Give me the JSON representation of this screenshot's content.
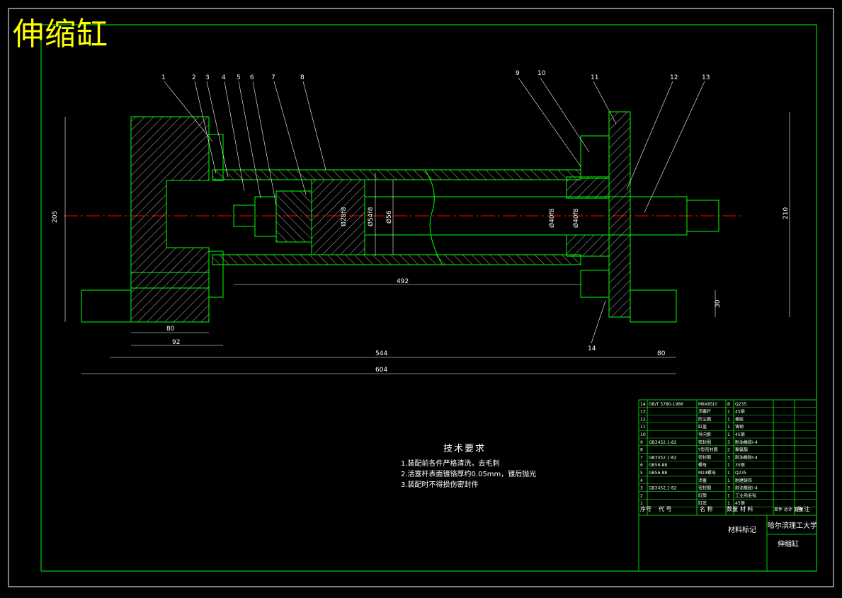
{
  "drawing": {
    "title": "伸缩缸",
    "balloons": [
      "1",
      "2",
      "3",
      "4",
      "5",
      "6",
      "7",
      "8",
      "9",
      "10",
      "11",
      "12",
      "13",
      "14"
    ],
    "dimensions": {
      "d205": "205",
      "d210": "210",
      "d30": "30",
      "d80a": "80",
      "d92": "92",
      "d492": "492",
      "d544": "544",
      "d80b": "80",
      "d604": "604",
      "dia28": "Ø28f8",
      "dia54": "Ø54f8",
      "dia56": "Ø56",
      "dia40": "Ø40f8",
      "dia40b": "Ø40f8"
    }
  },
  "tech_req": {
    "heading": "技术要求",
    "lines": [
      "1.装配前各件严格清洗，去毛刺",
      "2.活塞杆表面镀铬厚约0.05mm，镀后抛光",
      "3.装配时不得损伤密封件"
    ]
  },
  "bom": {
    "rows": [
      {
        "no": "14",
        "code": "GB/T 5780-1986",
        "name": "M8X85LY",
        "qty": "8",
        "mat": "Q235",
        "note": ""
      },
      {
        "no": "13",
        "code": "",
        "name": "活塞杆",
        "qty": "1",
        "mat": "45钢",
        "note": ""
      },
      {
        "no": "12",
        "code": "",
        "name": "防尘圈",
        "qty": "1",
        "mat": "橡胶",
        "note": ""
      },
      {
        "no": "11",
        "code": "",
        "name": "缸盖",
        "qty": "1",
        "mat": "铸钢",
        "note": ""
      },
      {
        "no": "10",
        "code": "",
        "name": "导向套",
        "qty": "1",
        "mat": "45钢",
        "note": ""
      },
      {
        "no": "9",
        "code": "GB3452.1-82",
        "name": "密封圈",
        "qty": "3",
        "mat": "耐油橡胶I-4",
        "note": ""
      },
      {
        "no": "8",
        "code": "",
        "name": "Y型密封圈",
        "qty": "2",
        "mat": "聚氨酯",
        "note": ""
      },
      {
        "no": "7",
        "code": "GB3452.1-82",
        "name": "密封圈",
        "qty": "3",
        "mat": "耐油橡胶I-4",
        "note": ""
      },
      {
        "no": "6",
        "code": "GB56-88",
        "name": "螺母",
        "qty": "1",
        "mat": "35钢",
        "note": ""
      },
      {
        "no": "5",
        "code": "GB56-88",
        "name": "M24螺母",
        "qty": "1",
        "mat": "Q235",
        "note": ""
      },
      {
        "no": "4",
        "code": "",
        "name": "活塞",
        "qty": "1",
        "mat": "耐磨铸铁",
        "note": ""
      },
      {
        "no": "3",
        "code": "GB3452.1-82",
        "name": "密封圈",
        "qty": "3",
        "mat": "耐油橡胶I-4",
        "note": ""
      },
      {
        "no": "2",
        "code": "",
        "name": "缸筒",
        "qty": "1",
        "mat": "工业用毛毡",
        "note": ""
      },
      {
        "no": "1",
        "code": "",
        "name": "缸底",
        "qty": "1",
        "mat": "45钢",
        "note": ""
      }
    ],
    "header": {
      "no": "序号",
      "code": "代 号",
      "name": "名 称",
      "qty": "数量",
      "mat": "材 料",
      "weight": "单件 总计 重 量",
      "note": "备 注"
    },
    "material_mark": "材料标记",
    "school": "哈尔滨理工大学",
    "part_title": "伸缩缸"
  },
  "colors": {
    "bg": "#000000",
    "line": "#00ff00",
    "center": "#ff0000",
    "text": "#ffffff",
    "title": "#ffff00"
  }
}
